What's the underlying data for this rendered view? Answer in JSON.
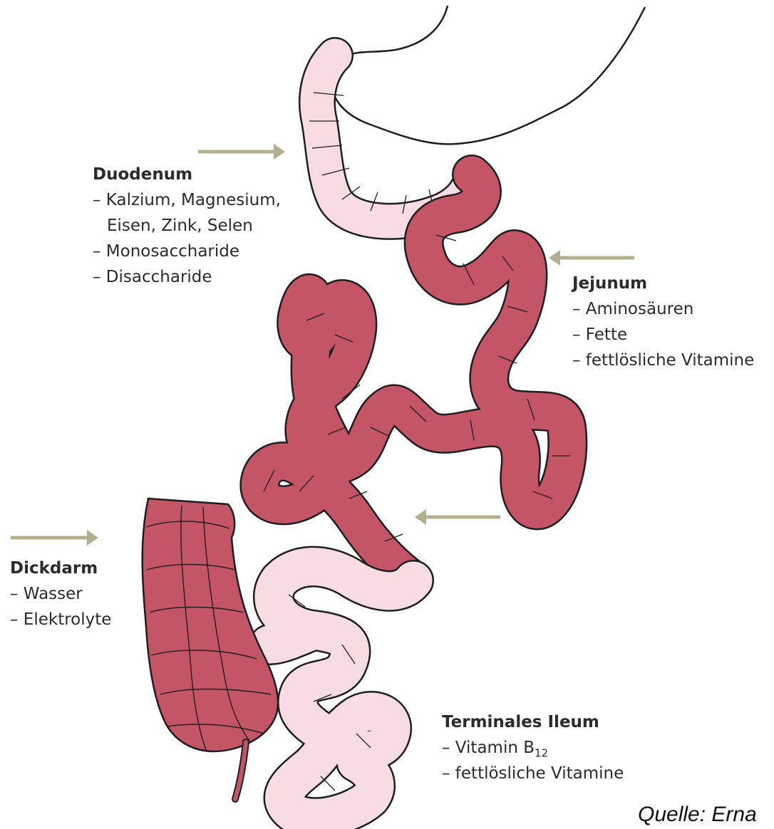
{
  "colors": {
    "small_intestine_upper": "#c45566",
    "small_intestine_light": "#f7dde3",
    "colon": "#c45566",
    "outline": "#1e1e1e",
    "arrow": "#b2b08e"
  },
  "labels": {
    "duodenum": {
      "title": "Duodenum",
      "items": [
        "– Kalzium, Magnesium,",
        "Eisen, Zink, Selen",
        "– Monosaccharide",
        "– Disaccharide"
      ]
    },
    "jejunum": {
      "title": "Jejunum",
      "items": [
        "– Aminosäuren",
        "– Fette",
        "– fettlösliche Vitamine"
      ]
    },
    "dickdarm": {
      "title": "Dickdarm",
      "items": [
        "– Wasser",
        "– Elektrolyte"
      ]
    },
    "ileum": {
      "title": "Terminales Ileum",
      "item1_prefix": "– Vitamin B",
      "item1_sub": "12",
      "item2": "– fettlösliche Vitamine"
    }
  },
  "source": "Quelle: Erna"
}
